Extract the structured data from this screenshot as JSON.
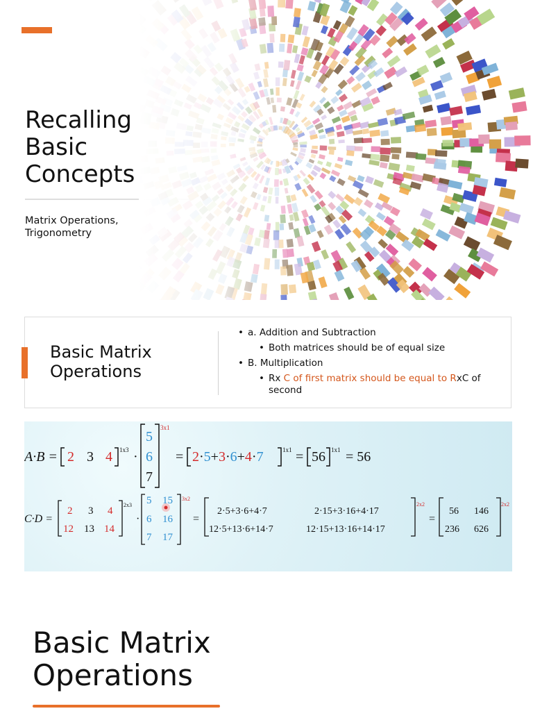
{
  "slide1": {
    "title": "Recalling Basic Concepts",
    "subtitle": "Matrix Operations, Trigonometry"
  },
  "slide2": {
    "title": "Basic Matrix Operations",
    "bullets": {
      "a": "a. Addition and Subtraction",
      "a_sub": "Both matrices should be of equal size",
      "b": "B. Multiplication",
      "b_sub_1": "Rx ",
      "b_sub_2": "C of first matrix should be equal to  R",
      "b_sub_3": "xC of second"
    }
  },
  "slide3": {
    "eq1": {
      "lhs": "A·B =",
      "row_vector": [
        "2",
        "3",
        "4"
      ],
      "row_dim": "1x3",
      "col_vector": [
        "5",
        "6",
        "7"
      ],
      "col_dim": "3x1",
      "expansion": [
        "2",
        "·",
        "5",
        "+",
        "3",
        "·",
        "6",
        "+",
        "4",
        "·",
        "7"
      ],
      "exp_dim": "1x1",
      "result": "56",
      "result_dim": "1x1",
      "final": "= 56"
    },
    "eq2": {
      "lhs": "C·D =",
      "c_rows": [
        [
          "2",
          "3",
          "4"
        ],
        [
          "12",
          "13",
          "14"
        ]
      ],
      "c_dim": "2x3",
      "d_rows": [
        [
          "5",
          "15"
        ],
        [
          "6",
          "16"
        ],
        [
          "7",
          "17"
        ]
      ],
      "d_dim": "3x2",
      "exp_rows": [
        [
          "2·5+3·6+4·7",
          "2·15+3·16+4·17"
        ],
        [
          "12·5+13·6+14·7",
          "12·15+13·16+14·17"
        ]
      ],
      "exp_dim": "2x2",
      "res_rows": [
        [
          "56",
          "146"
        ],
        [
          "236",
          "626"
        ]
      ],
      "res_dim": "2x2"
    }
  },
  "slide4": {
    "title": "Basic Matrix Operations"
  },
  "colors": {
    "accent": "#e8702a",
    "red": "#d42a2a",
    "blue": "#2f8fd0"
  }
}
